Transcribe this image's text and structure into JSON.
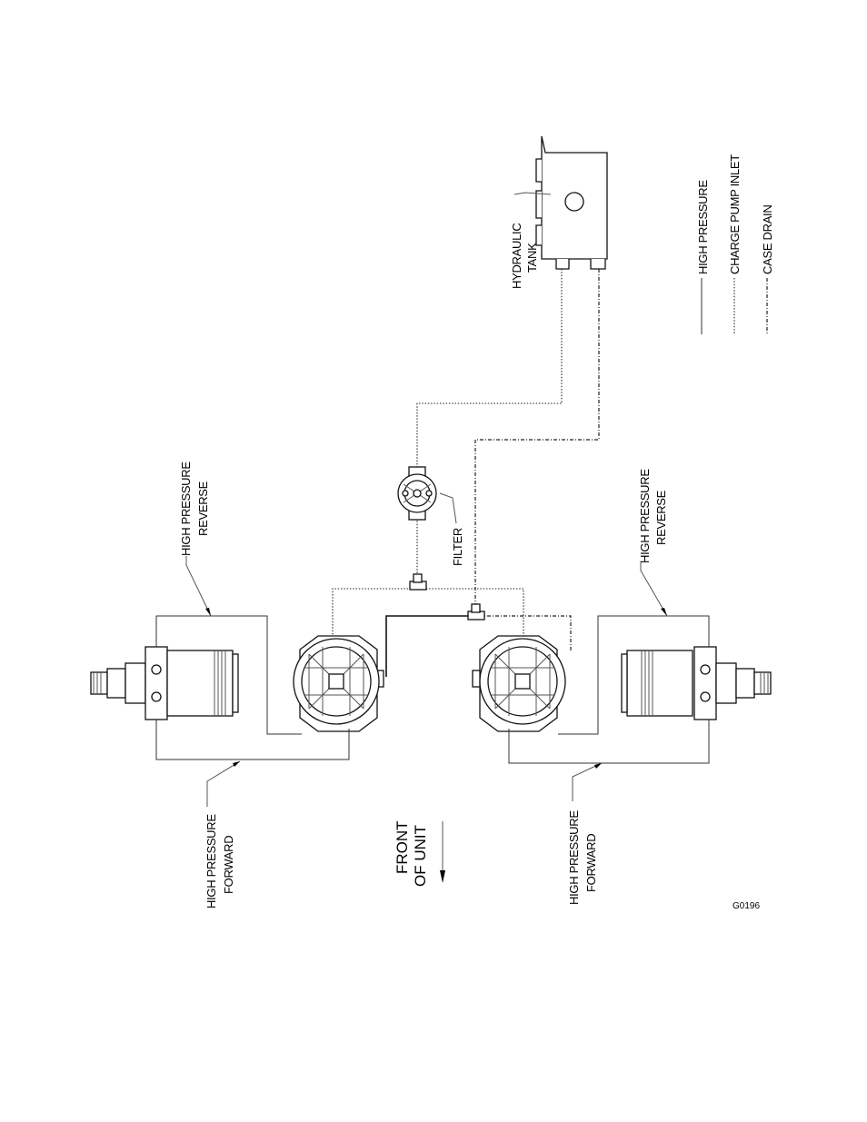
{
  "labels": {
    "left_reverse_1": "HIGH PRESSURE",
    "left_reverse_2": "REVERSE",
    "right_reverse_1": "HIGH PRESSURE",
    "right_reverse_2": "REVERSE",
    "left_forward_1": "HIGH PRESSURE",
    "left_forward_2": "FORWARD",
    "right_forward_1": "HIGH PRESSURE",
    "right_forward_2": "FORWARD",
    "front_1": "FRONT",
    "front_2": "OF UNIT",
    "filter": "FILTER",
    "tank_1": "HYDRAULIC",
    "tank_2": "TANK",
    "figure_id": "G0196"
  },
  "legend": {
    "high_pressure": "HIGH PRESSURE",
    "charge_pump_inlet": "CHARGE PUMP INLET",
    "case_drain": "CASE DRAIN"
  }
}
